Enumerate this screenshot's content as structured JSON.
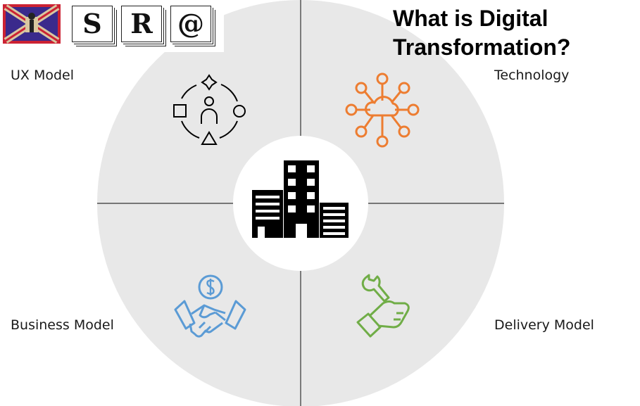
{
  "title": "What is Digital Transformation?",
  "quadrants": {
    "top_left": "UX Model",
    "top_right": "Technology",
    "bottom_left": "Business Model",
    "bottom_right": "Delivery Model"
  },
  "logo": {
    "letters": [
      "S",
      "R",
      "@"
    ]
  },
  "colors": {
    "circle": "#e8e8e8",
    "technology": "#ed7d31",
    "business": "#5b9bd5",
    "delivery": "#70ad47"
  }
}
